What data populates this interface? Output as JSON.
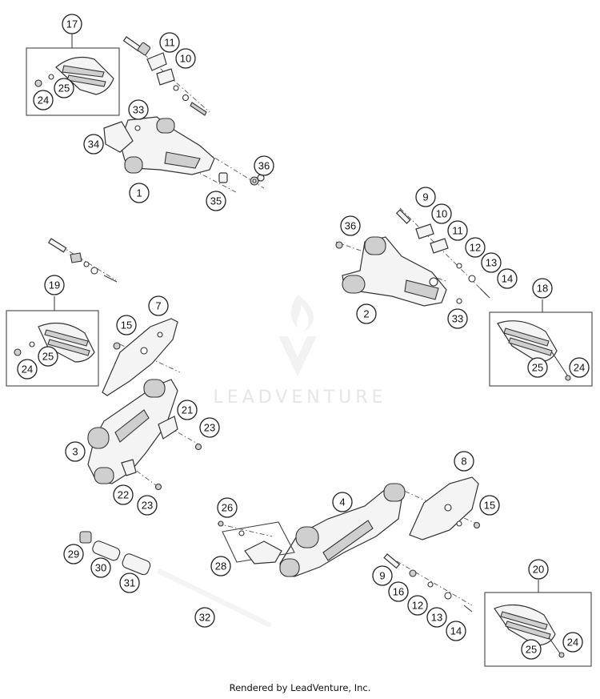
{
  "watermark": {
    "text": "LEADVENTURE"
  },
  "footer": {
    "text": "Rendered by LeadVenture, Inc."
  },
  "callouts": [
    "1",
    "2",
    "3",
    "4",
    "7",
    "8",
    "9",
    "9",
    "10",
    "10",
    "11",
    "11",
    "12",
    "12",
    "13",
    "13",
    "14",
    "14",
    "15",
    "15",
    "16",
    "17",
    "18",
    "19",
    "20",
    "21",
    "22",
    "23",
    "23",
    "24",
    "24",
    "24",
    "24",
    "25",
    "25",
    "25",
    "25",
    "26",
    "28",
    "29",
    "30",
    "31",
    "32",
    "33",
    "33",
    "34",
    "35",
    "36",
    "36"
  ]
}
